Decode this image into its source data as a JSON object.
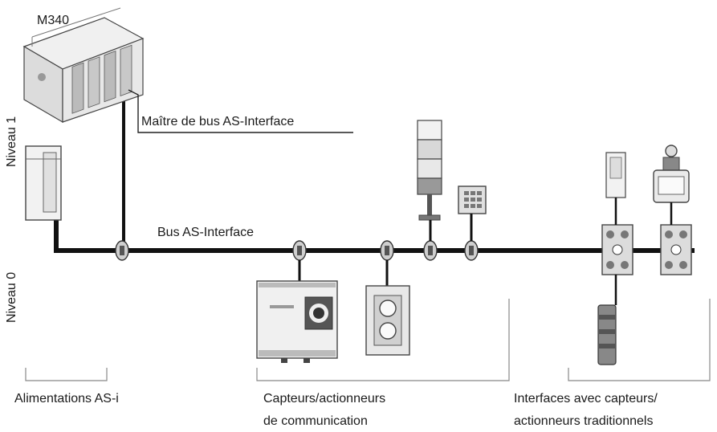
{
  "labels": {
    "plc_model": "M340",
    "bus_master": "Maître de bus AS-Interface",
    "bus_name": "Bus AS-Interface",
    "level_1": "Niveau 1",
    "level_0": "Niveau 0",
    "group_power": "Alimentations AS-i",
    "group_comm_line1": "Capteurs/actionneurs",
    "group_comm_line2": "de communication",
    "group_iface_line1": "Interfaces avec capteurs/",
    "group_iface_line2": "actionneurs traditionnels"
  },
  "colors": {
    "bus": "#111111",
    "device_fill": "#e6e6e6",
    "device_stroke": "#444444",
    "bracket": "#888888"
  }
}
